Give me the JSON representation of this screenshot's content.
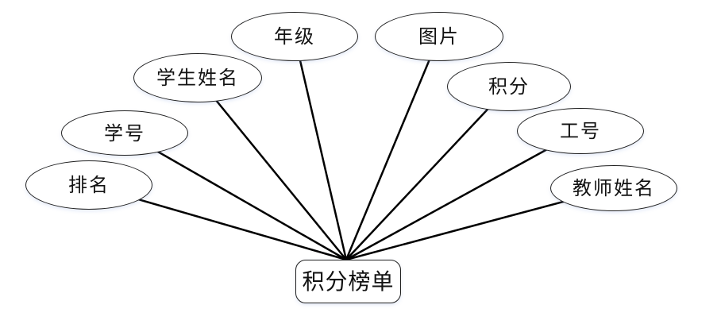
{
  "diagram": {
    "entity": {
      "label": "积分榜单"
    },
    "attributes": [
      {
        "name": "rank",
        "label": "排名"
      },
      {
        "name": "student-id",
        "label": "学号"
      },
      {
        "name": "student-name",
        "label": "学生姓名"
      },
      {
        "name": "grade",
        "label": "年级"
      },
      {
        "name": "picture",
        "label": "图片"
      },
      {
        "name": "points",
        "label": "积分"
      },
      {
        "name": "staff-id",
        "label": "工号"
      },
      {
        "name": "teacher-name",
        "label": "教师姓名"
      }
    ],
    "colors": {
      "stroke": "#1f1f1f",
      "line": "#000000",
      "fill": "#ffffff",
      "text": "#121212"
    }
  }
}
